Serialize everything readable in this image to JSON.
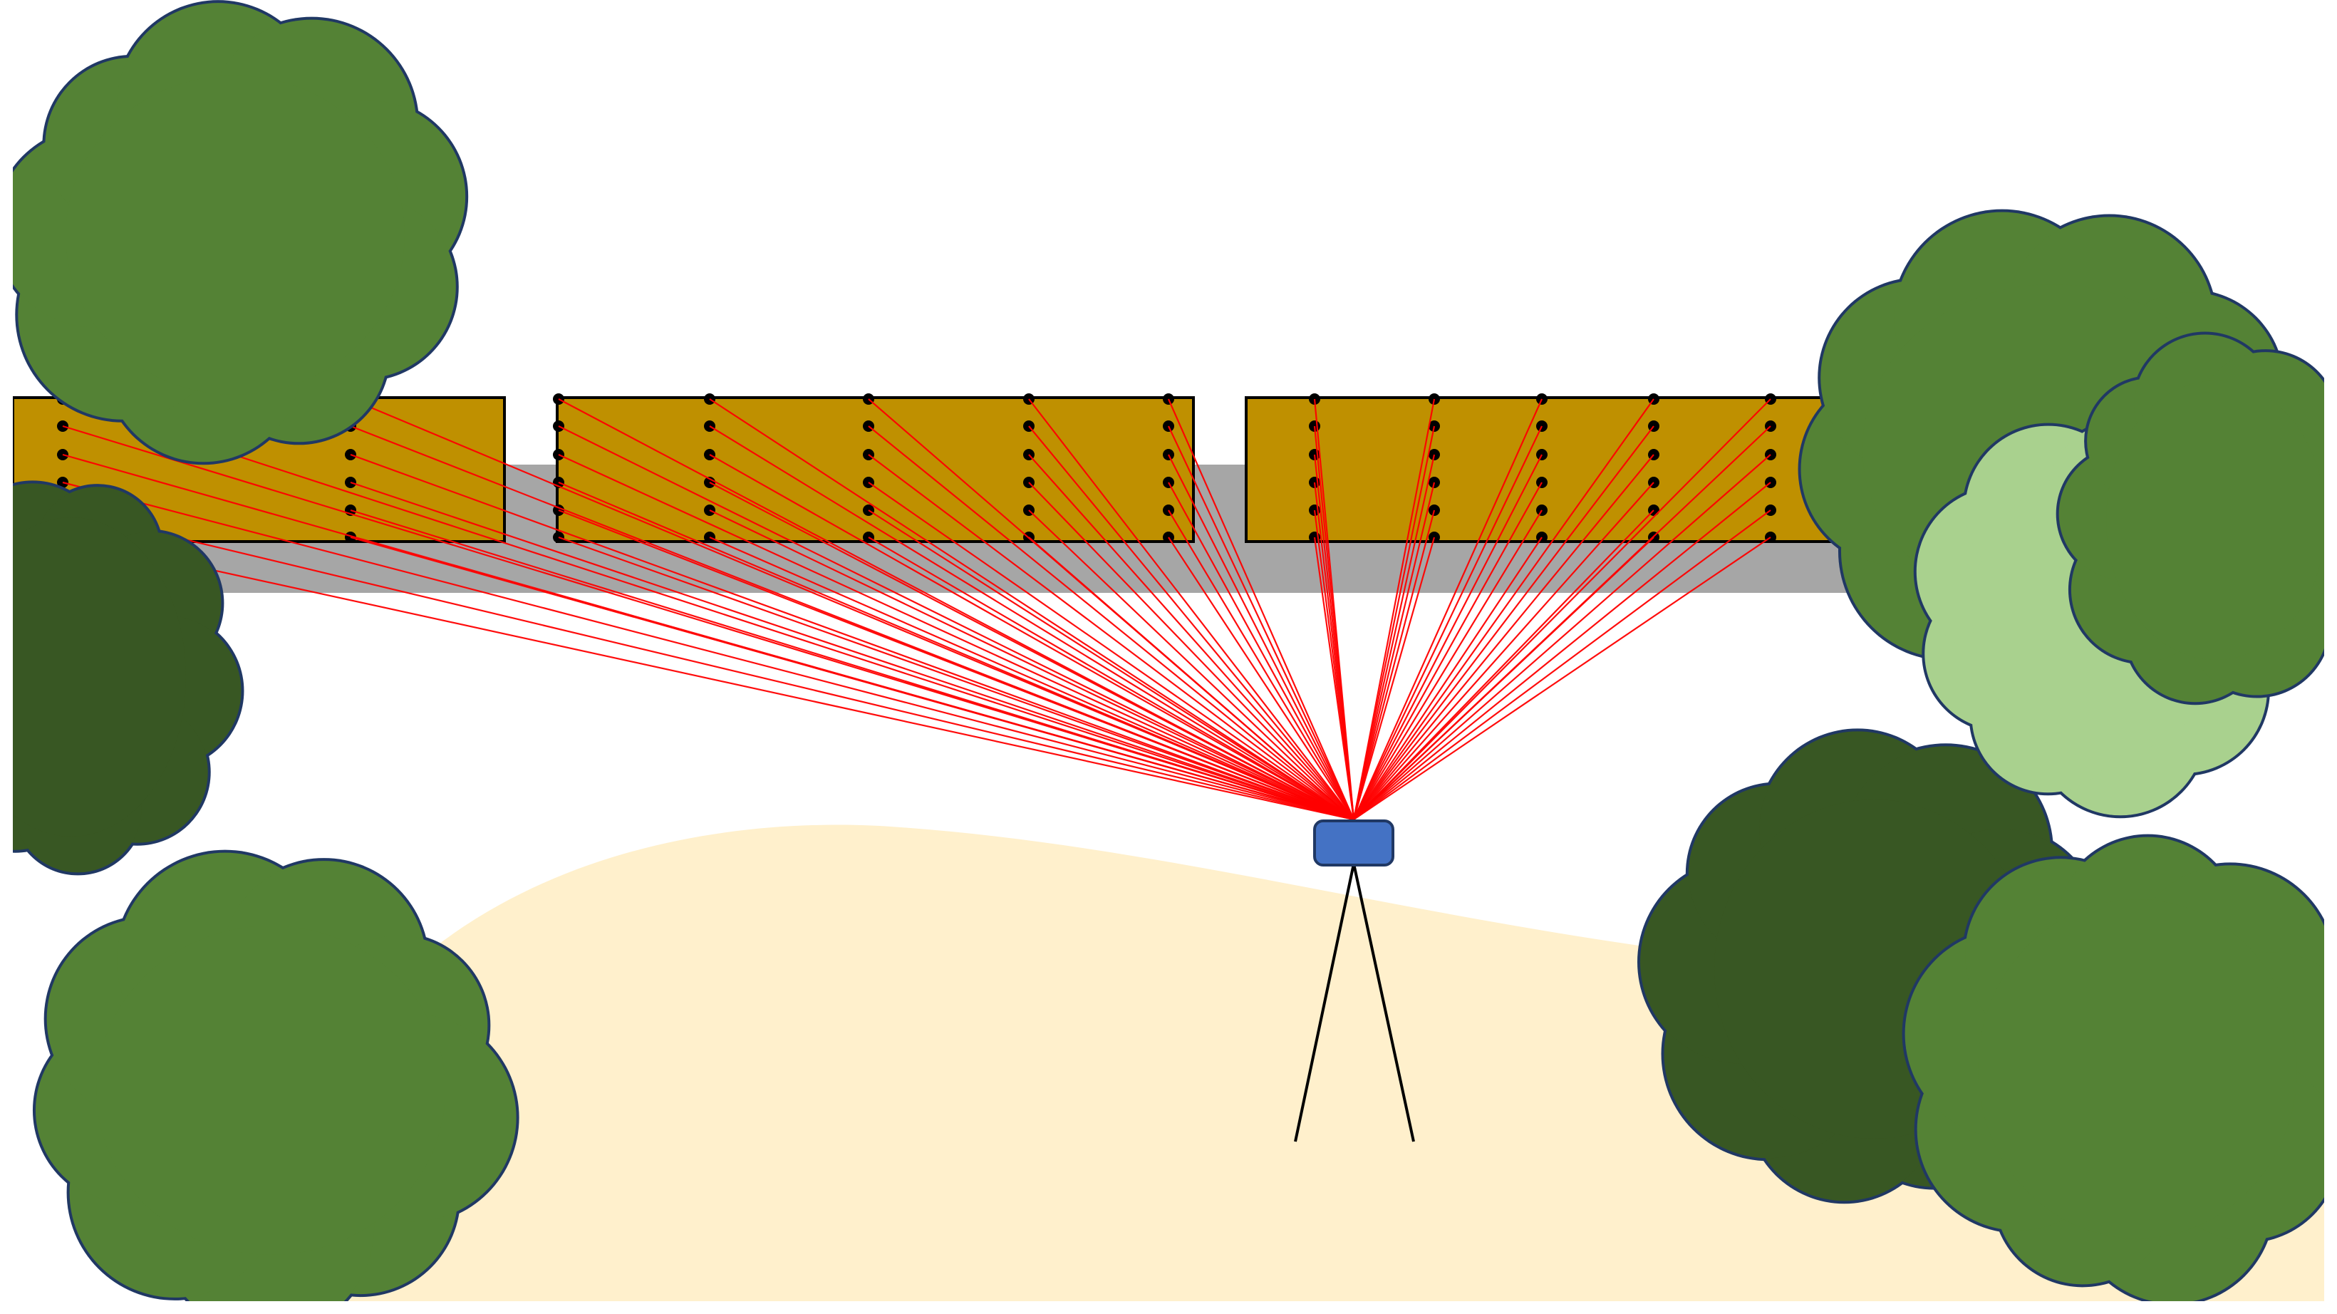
{
  "diagram": {
    "type": "illustration",
    "subject": "",
    "colors": {
      "background": "#ffffff",
      "ground": "#fff0cc",
      "road": "#a6a6a6",
      "building": "#bf9000",
      "tree_mid": "#548235",
      "tree_dark": "#385723",
      "tree_light": "#a9d18e",
      "tree_outline": "#203864",
      "sight_line": "#ff0000",
      "target_point": "#000000",
      "scanner": "#4472c4",
      "tripod": "#000000"
    },
    "icons": [
      "tree-icon",
      "scanner-icon",
      "tripod-icon",
      "target-point-icon"
    ],
    "counts": {
      "buildings": 3,
      "trees": 7,
      "target_points": 75,
      "sight_lines": 66
    }
  }
}
